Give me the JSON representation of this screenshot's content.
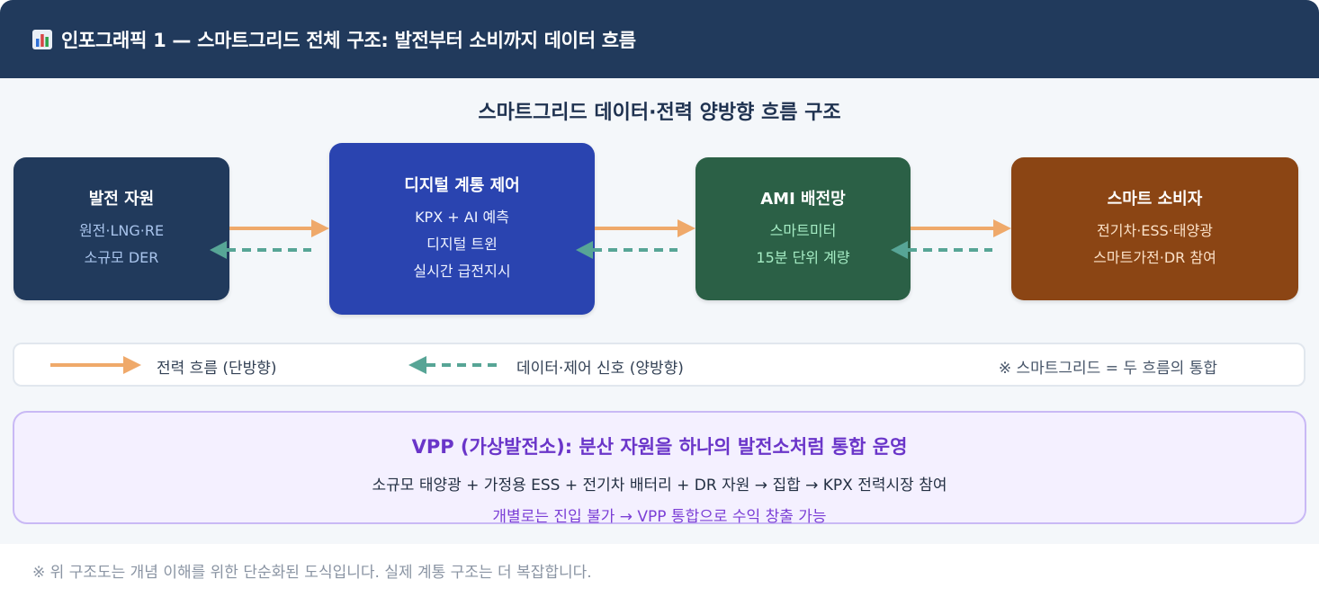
{
  "header": {
    "icon": "bar-chart-icon",
    "title": "인포그래픽 1 — 스마트그리드 전체 구조: 발전부터 소비까지 데이터 흐름"
  },
  "diagram": {
    "title": "스마트그리드 데이터·전력 양방향 흐름 구조",
    "nodes": [
      {
        "title": "발전 자원",
        "lines": [
          "원전·LNG·RE",
          "소규모 DER"
        ],
        "color": "#213a5c"
      },
      {
        "title": "디지털 계통 제어",
        "lines": [
          "KPX + AI 예측",
          "디지털 트윈",
          "실시간 급전지시"
        ],
        "color": "#2a44b0"
      },
      {
        "title": "AMI 배전망",
        "lines": [
          "스마트미터",
          "15분 단위 계량"
        ],
        "color": "#2b6046"
      },
      {
        "title": "스마트 소비자",
        "lines": [
          "전기차·ESS·태양광",
          "스마트가전·DR 참여"
        ],
        "color": "#8b4514"
      }
    ],
    "power_arrow_color": "#efa96a",
    "data_arrow_color": "#57a596"
  },
  "legend": {
    "power_flow": "전력 흐름 (단방향)",
    "data_flow": "데이터·제어 신호 (양방향)",
    "note": "※ 스마트그리드 = 두 흐름의 통합"
  },
  "vpp": {
    "title": "VPP (가상발전소): 분산 자원을 하나의 발전소처럼 통합 운영",
    "line": "소규모 태양광 + 가정용 ESS + 전기차 배터리 + DR 자원 → 집합 → KPX 전력시장 참여",
    "subline": "개별로는 진입 불가 → VPP 통합으로 수익 창출 가능"
  },
  "footnote": "※ 위 구조도는 개념 이해를 위한 단순화된 도식입니다. 실제 계통 구조는 더 복잡합니다."
}
